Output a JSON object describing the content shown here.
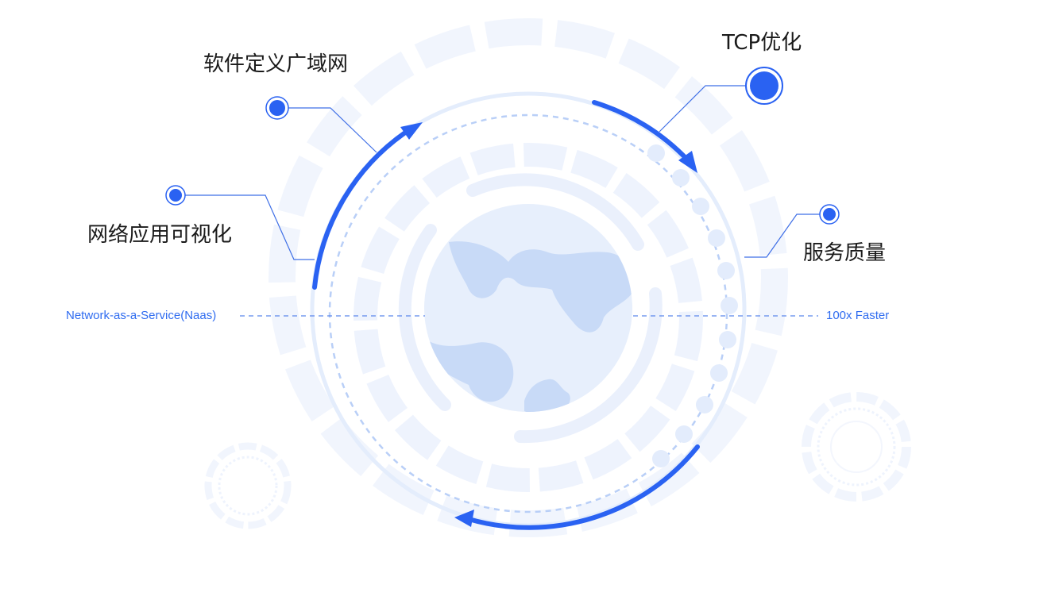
{
  "labels": {
    "sdwan": "软件定义广域网",
    "tcp": "TCP优化",
    "app_visibility": "网络应用可视化",
    "qos": "服务质量",
    "naas": "Network-as-a-Service(Naas)",
    "faster": "100x Faster"
  },
  "colors": {
    "accent": "#2a62f2",
    "ring_light": "#eaf1fd",
    "ring_mid": "#dce8fc",
    "dash": "#b5ccf7",
    "globe": "#e7effc",
    "continent": "#c6d8f7",
    "dot": "#e3ecfc",
    "connector": "#3f6fe6",
    "text_dark": "#1a1a1a",
    "text_accent": "#2f6cf0"
  },
  "icons": {
    "nodes": "target-dot-icon",
    "arrows": "arrowhead-icon",
    "globe": "globe-icon"
  }
}
